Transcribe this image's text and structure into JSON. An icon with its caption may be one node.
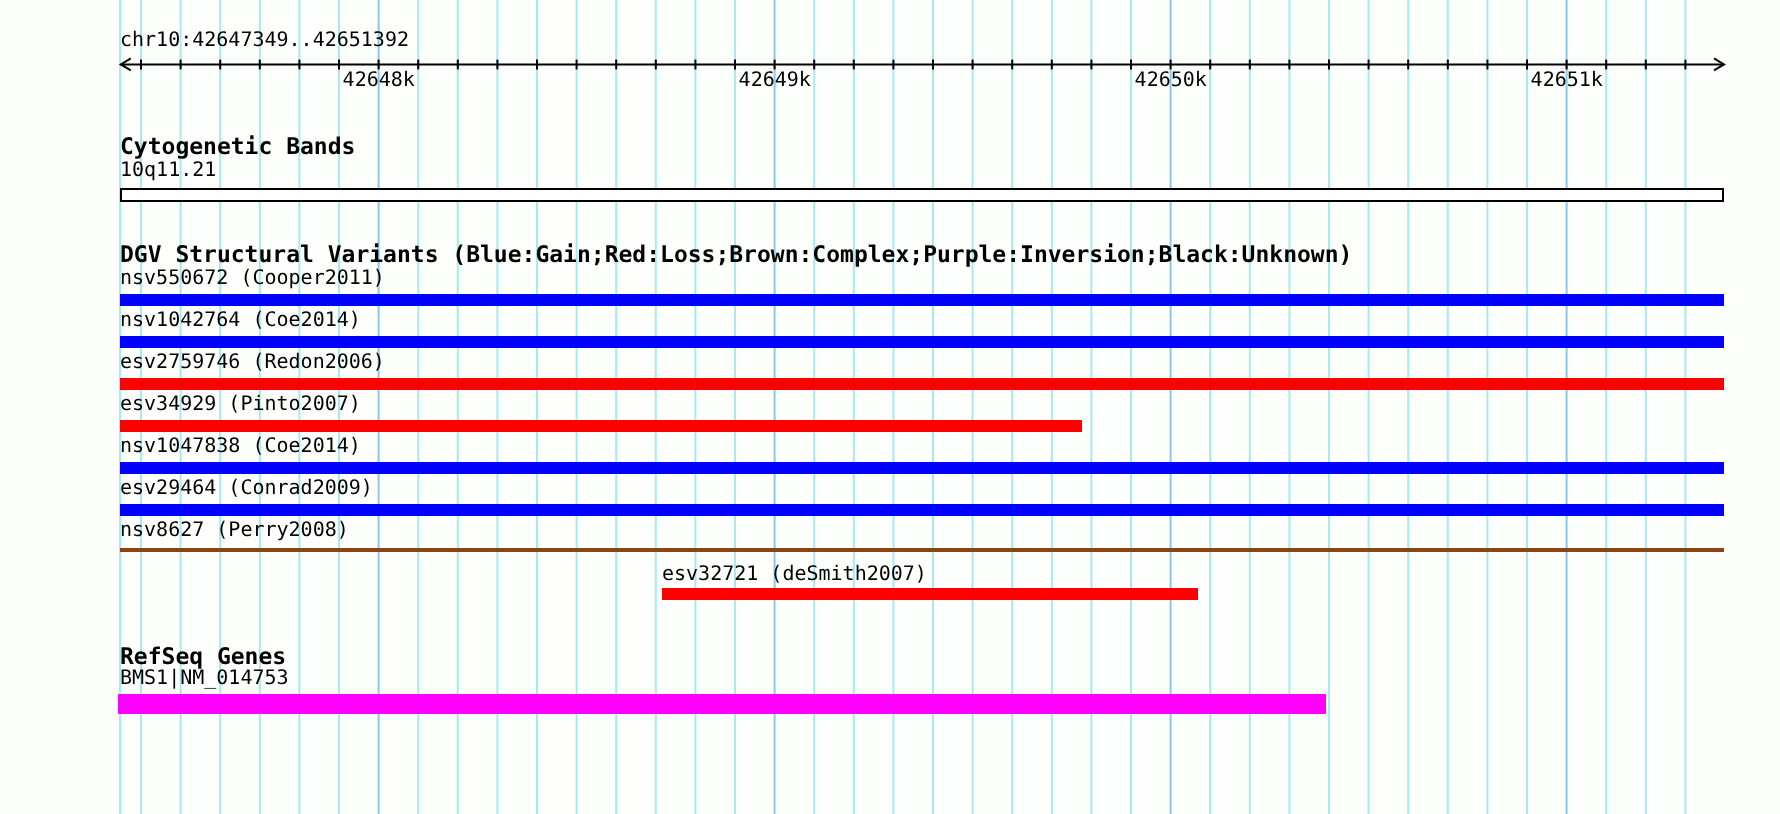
{
  "diagram": {
    "nodes": [
      {
        "text": [
          "10q11.21"
        ]
      },
      {
        "text": [
          "nsv550672 (Cooper2011)"
        ]
      },
      {
        "text": [
          "nsv1042764 (Coe2014)"
        ]
      },
      {
        "text": [
          "esv2759746 (Redon2006)"
        ]
      },
      {
        "text": [
          "esv34929 (Pinto2007)"
        ]
      },
      {
        "text": [
          "nsv1047838 (Coe2014)"
        ]
      },
      {
        "text": [
          "esv29464 (Conrad2009)"
        ]
      },
      {
        "text": [
          "nsv8627 (Perry2008)"
        ]
      },
      {
        "text": [
          "esv32721 (deSmith2007)"
        ]
      },
      {
        "text": [
          "BMS1|NM_014753"
        ]
      }
    ],
    "labels": [
      "chr10:42647349..42651392",
      "42648k",
      "42649k",
      "42650k",
      "42651k",
      "Cytogenetic Bands",
      "DGV Structural Variants (Blue:Gain;Red:Loss;Brown:Complex;Purple:Inversion;Black:Unknown)",
      "RefSeq Genes"
    ]
  }
}
